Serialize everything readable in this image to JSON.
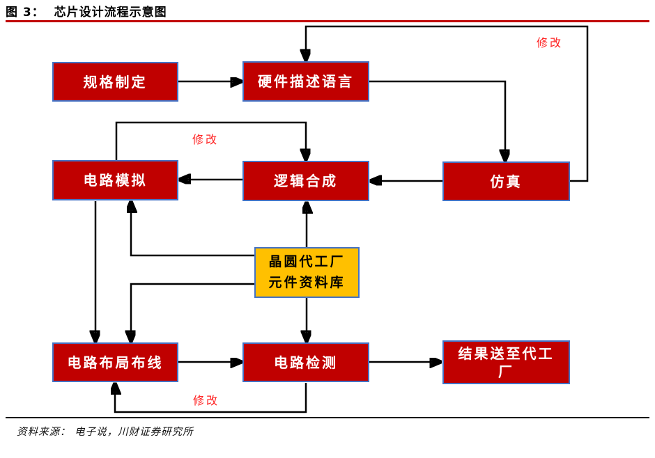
{
  "figure": {
    "title": "图 3：  芯片设计流程示意图",
    "source": "资料来源： 电子说，川财证券研究所"
  },
  "colors": {
    "box_red": "#C00000",
    "box_border": "#4472C4",
    "library_yellow": "#FFC000",
    "modify_red": "#FF2020",
    "title_underline": "#C00000",
    "arrow_black": "#000000"
  },
  "nodes": {
    "spec": {
      "label": "规格制定"
    },
    "hdl": {
      "label": "硬件描述语言"
    },
    "circuit_sim": {
      "label": "电路模拟"
    },
    "logic_synth": {
      "label": "逻辑合成"
    },
    "simulation": {
      "label": "仿真"
    },
    "library": {
      "label_line1": "晶圆代工厂",
      "label_line2": "元件资料库"
    },
    "layout": {
      "label": "电路布局布线"
    },
    "testing": {
      "label": "电路检测"
    },
    "result": {
      "label": "结果送至代工厂"
    }
  },
  "annotations": {
    "modify_top": "修改",
    "modify_mid": "修改",
    "modify_bottom": "修改"
  }
}
